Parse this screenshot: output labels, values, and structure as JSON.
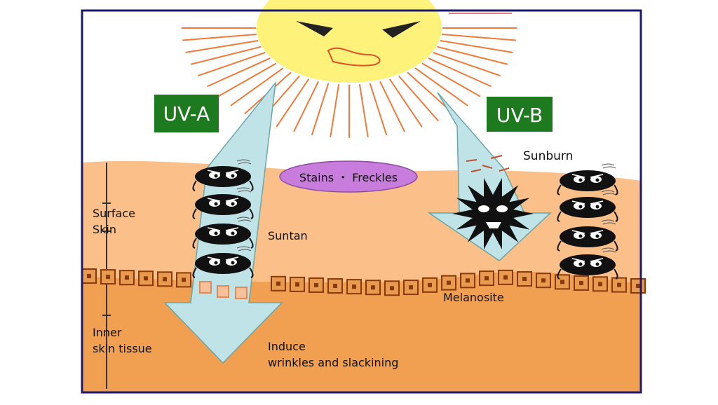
{
  "labels": {
    "uva": "UV-A",
    "uvb": "UV-B",
    "stains_freckles": "Stains ・ Freckles",
    "sunburn": "Sunburn",
    "surface_skin_line1": "Surface",
    "surface_skin_line2": "Skin",
    "suntan": "Suntan",
    "melanosite": "Melanosite",
    "inner_line1": "Inner",
    "inner_line2": "skin tissue",
    "induce_line1": "Induce",
    "induce_line2": "wrinkles and slackining"
  },
  "colors": {
    "frame": "#1a1a6e",
    "sky": "#ffffff",
    "surface_skin": "#fbc089",
    "inner_skin": "#f0a050",
    "sun": "#fff27a",
    "sun_ray": "#f07a3a",
    "arrow_fill": "#bfe3e6",
    "arrow_stroke": "#6aa6a8",
    "label_bg": "#1e7a1e",
    "label_text": "#ffffff",
    "ellipse": "#c87cdc",
    "cell": "#e89a4e",
    "cell_border": "#8a3a0a"
  }
}
